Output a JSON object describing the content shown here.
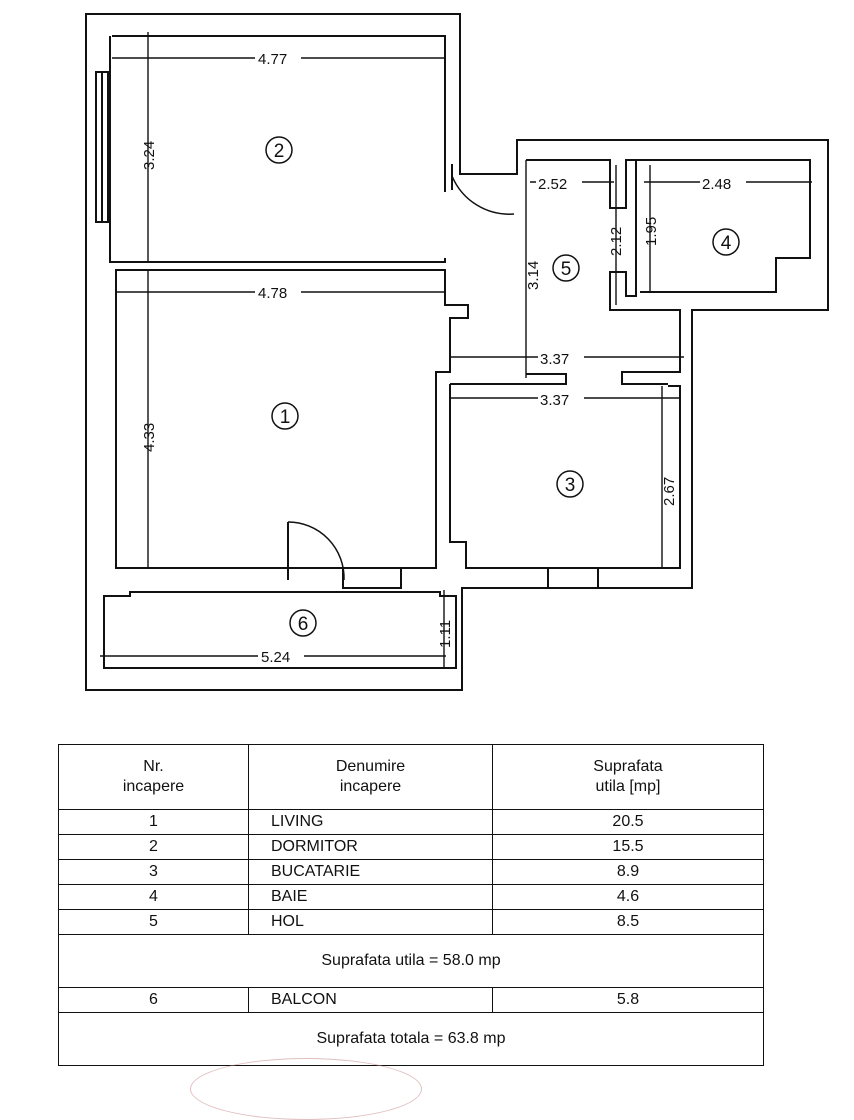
{
  "plan": {
    "dimensions": [
      "4.77",
      "3.24",
      "4.78",
      "4.33",
      "2.52",
      "2.48",
      "2.12",
      "1.95",
      "3.14",
      "3.37",
      "3.37",
      "2.67",
      "1.11",
      "5.24"
    ],
    "room_numbers": [
      "1",
      "2",
      "3",
      "4",
      "5",
      "6"
    ]
  },
  "table": {
    "headers": {
      "nr": "Nr.\nincapere",
      "name": "Denumire\nincapere",
      "area": "Suprafata\nutila [mp]"
    },
    "rooms": [
      {
        "nr": "1",
        "name": "LIVING",
        "area": "20.5"
      },
      {
        "nr": "2",
        "name": "DORMITOR",
        "area": "15.5"
      },
      {
        "nr": "3",
        "name": "BUCATARIE",
        "area": "8.9"
      },
      {
        "nr": "4",
        "name": "BAIE",
        "area": "4.6"
      },
      {
        "nr": "5",
        "name": "HOL",
        "area": "8.5"
      }
    ],
    "useful_total": "Suprafata utila = 58.0 mp",
    "balcony": {
      "nr": "6",
      "name": "BALCON",
      "area": "5.8"
    },
    "grand_total": "Suprafata totala = 63.8 mp"
  }
}
